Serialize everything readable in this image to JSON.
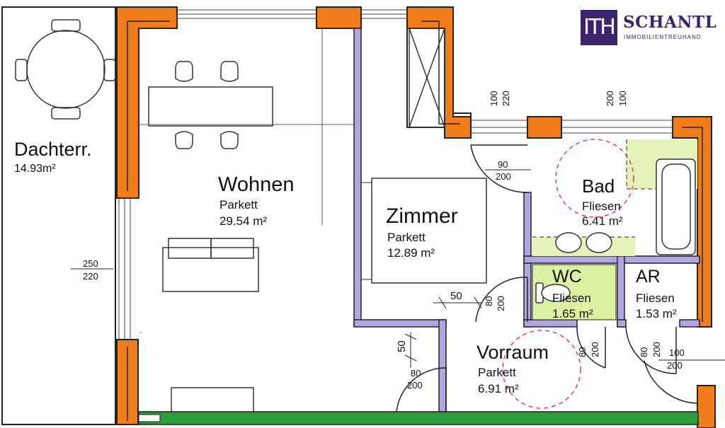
{
  "brand": {
    "name": "SCHANTL",
    "tagline": "IMMOBILIENTREUHAND",
    "mark": "ITH"
  },
  "rooms": {
    "dachterrasse": {
      "name": "Dachterr.",
      "area": "14.93m²"
    },
    "wohnen": {
      "name": "Wohnen",
      "floor": "Parkett",
      "area": "29.54 m²"
    },
    "zimmer": {
      "name": "Zimmer",
      "floor": "Parkett",
      "area": "12.89 m²"
    },
    "bad": {
      "name": "Bad",
      "floor": "Fliesen",
      "area": "6.41 m²"
    },
    "wc": {
      "name": "WC",
      "floor": "Fliesen",
      "area": "1.65 m²"
    },
    "ar": {
      "name": "AR",
      "floor": "Fliesen",
      "area": "1.53 m²"
    },
    "vorraum": {
      "name": "Vorraum",
      "floor": "Parkett",
      "area": "6.91 m²"
    }
  },
  "dimensions": {
    "window_terrace": {
      "width": "250",
      "height": "220"
    },
    "window_zimmer": {
      "a": "100",
      "b": "220"
    },
    "window_bad": {
      "a": "200",
      "b": "100"
    },
    "door_bad": {
      "width": "90",
      "height": "200"
    },
    "door_zimmer": {
      "width": "80",
      "height": "200",
      "offset": "50"
    },
    "door_wohnen": {
      "width": "80",
      "height": "200",
      "offset": "50"
    },
    "door_wc": {
      "width": "80",
      "height": "200"
    },
    "door_ar": {
      "width": "80",
      "height": "200"
    },
    "door_entry": {
      "width": "100",
      "height": "200"
    }
  },
  "colors": {
    "exterior_wall": "#f07d1a",
    "interior_wall": "#b3a6e0",
    "wet_area": "#e4f2b8",
    "balcony_rail": "#2a9e3a",
    "brand": "#3b2370",
    "wc_highlight": "#dbf0a0"
  }
}
